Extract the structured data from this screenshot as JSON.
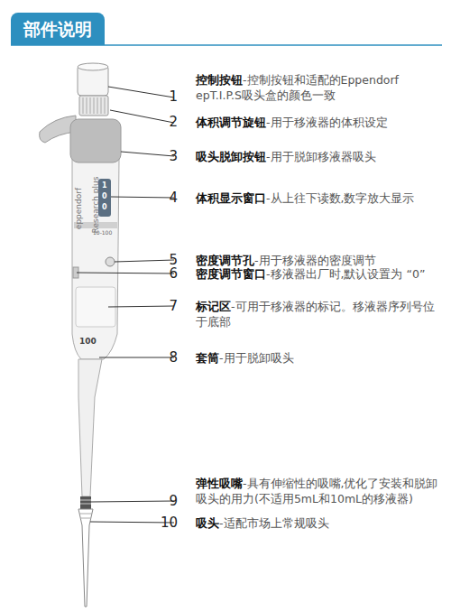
{
  "diagram": {
    "title": "部件说明",
    "labels": [
      "1",
      "控制按钮",
      "-控制按钮和适配的Eppendorf epT.I.P.S吸头盒的颜色一致",
      "2",
      "体积调节旋钮",
      "-用于移液器的体积设定",
      "3",
      "吸头脱卸按钮",
      "-用于脱卸移液器吸头",
      "4",
      "体积显示窗口",
      "-从上往下读数,数字放大显示",
      "5",
      "密度调节孔",
      "-用于移液器的密度调节",
      "6",
      "密度调节窗口",
      "-移液器出厂时,默认设置为 “0”",
      "7",
      "标记区",
      "-可用于移液器的标记。移液器序列号位于底部",
      "8",
      "套筒",
      "-用于脱卸吸头",
      "弹性吸嘴",
      "-具有伸缩性的吸嘴,优化了安装和脱卸吸头的用力(不适用5mL和10mL的移液器)",
      "9",
      "10",
      "吸头",
      "-适配市场上常规吸头",
      "eppendorf",
      "Research plus",
      "10-100",
      "1",
      "0",
      "0",
      "100"
    ]
  }
}
